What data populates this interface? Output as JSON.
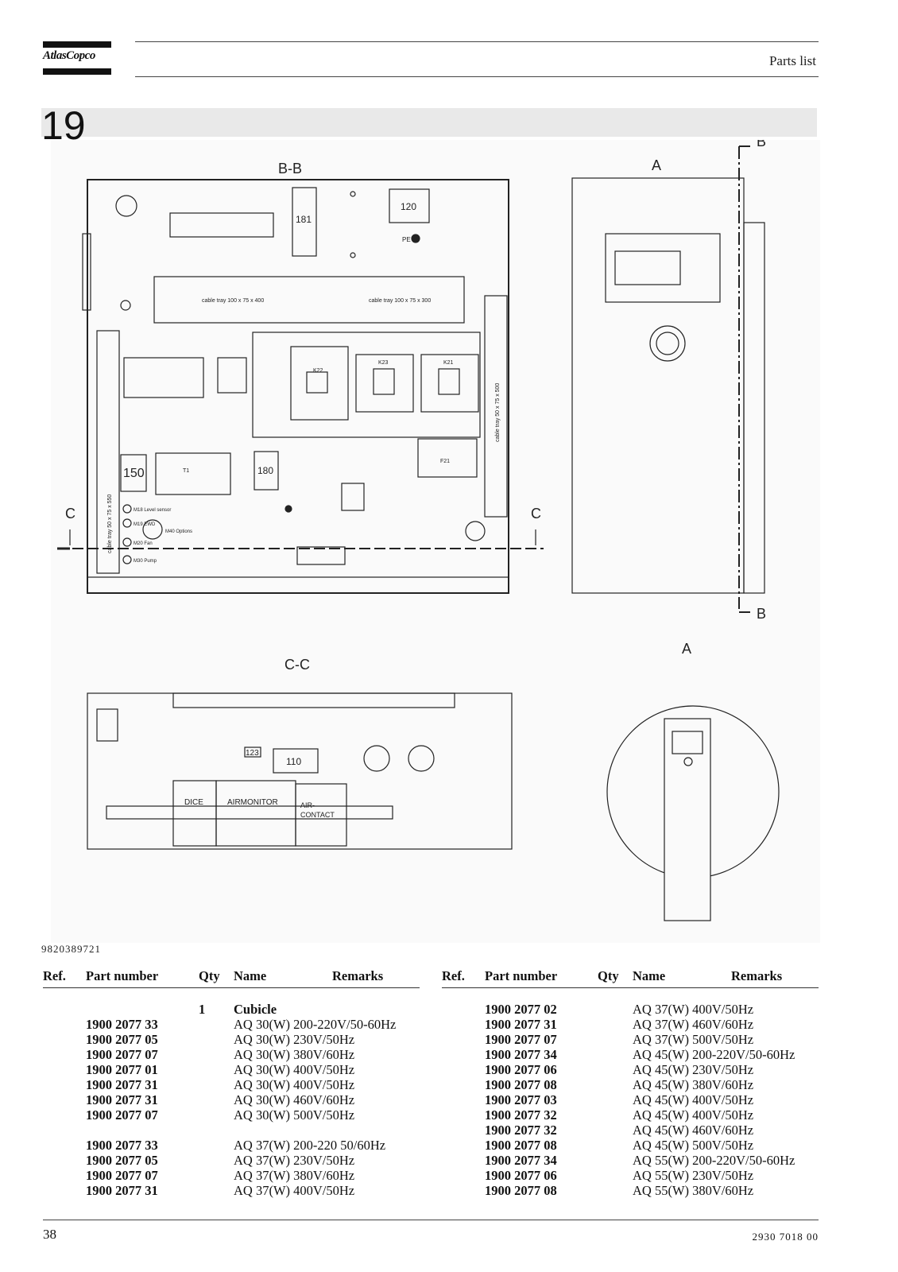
{
  "header": {
    "logo_text": "AtlasCopco",
    "title": "Parts list"
  },
  "section": {
    "number": "19"
  },
  "figure": {
    "number": "9820389721",
    "labels": {
      "view_bb": "B-B",
      "view_a": "A",
      "view_a_detail": "A",
      "view_cc": "C-C",
      "section_b": "B",
      "section_c": "C",
      "box_120": "120",
      "box_181": "181",
      "box_150": "150",
      "box_180": "180",
      "box_110": "110",
      "box_123": "123",
      "cable_tray_1": "cable tray 100 x 75 x 400",
      "cable_tray_2": "cable tray 100 x 75 x 300",
      "cable_tray_left": "cable tray 50 x 75 x 550",
      "cable_tray_right": "cable tray 50 x 75 x 500",
      "k22": "K22",
      "k23": "K23",
      "k21": "K21",
      "f21": "F21",
      "t1": "T1",
      "pe": "PE",
      "m18": "M18 Level sensor",
      "m19": "M19 EWD",
      "m40": "M40 Options",
      "m20": "M20 Fan",
      "m30": "M30 Pump",
      "dice": "DICE",
      "airmonitor": "AIRMONITOR",
      "air_contact_1": "AIR-",
      "air_contact_2": "CONTACT"
    }
  },
  "parts_table": {
    "headers": {
      "ref": "Ref.",
      "part_number": "Part number",
      "qty": "Qty",
      "name": "Name",
      "remarks": "Remarks"
    },
    "left_rows": [
      {
        "ref": "",
        "part": "",
        "qty": "1",
        "name": "Cubicle",
        "strong": true
      },
      {
        "ref": "",
        "part": "1900 2077 33",
        "qty": "",
        "name": "AQ 30(W) 200-220V/50-60Hz"
      },
      {
        "ref": "",
        "part": "1900 2077 05",
        "qty": "",
        "name": "AQ 30(W) 230V/50Hz"
      },
      {
        "ref": "",
        "part": "1900 2077 07",
        "qty": "",
        "name": "AQ 30(W) 380V/60Hz"
      },
      {
        "ref": "",
        "part": "1900 2077 01",
        "qty": "",
        "name": "AQ 30(W) 400V/50Hz"
      },
      {
        "ref": "",
        "part": "1900 2077 31",
        "qty": "",
        "name": "AQ 30(W) 400V/50Hz"
      },
      {
        "ref": "",
        "part": "1900 2077 31",
        "qty": "",
        "name": "AQ 30(W) 460V/60Hz"
      },
      {
        "ref": "",
        "part": "1900 2077 07",
        "qty": "",
        "name": "AQ 30(W) 500V/50Hz"
      },
      {
        "ref": "",
        "part": "",
        "qty": "",
        "name": ""
      },
      {
        "ref": "",
        "part": "1900 2077 33",
        "qty": "",
        "name": "AQ 37(W) 200-220 50/60Hz"
      },
      {
        "ref": "",
        "part": "1900 2077 05",
        "qty": "",
        "name": "AQ 37(W) 230V/50Hz"
      },
      {
        "ref": "",
        "part": "1900 2077 07",
        "qty": "",
        "name": "AQ 37(W) 380V/60Hz"
      },
      {
        "ref": "",
        "part": "1900 2077 31",
        "qty": "",
        "name": "AQ 37(W) 400V/50Hz"
      }
    ],
    "right_rows": [
      {
        "ref": "",
        "part": "1900 2077 02",
        "qty": "",
        "name": "AQ 37(W) 400V/50Hz"
      },
      {
        "ref": "",
        "part": "1900 2077 31",
        "qty": "",
        "name": "AQ 37(W) 460V/60Hz"
      },
      {
        "ref": "",
        "part": "1900 2077 07",
        "qty": "",
        "name": "AQ 37(W) 500V/50Hz"
      },
      {
        "ref": "",
        "part": "1900 2077 34",
        "qty": "",
        "name": "AQ 45(W) 200-220V/50-60Hz"
      },
      {
        "ref": "",
        "part": "1900 2077 06",
        "qty": "",
        "name": "AQ 45(W) 230V/50Hz"
      },
      {
        "ref": "",
        "part": "1900 2077 08",
        "qty": "",
        "name": "AQ 45(W) 380V/60Hz"
      },
      {
        "ref": "",
        "part": "1900 2077 03",
        "qty": "",
        "name": "AQ 45(W) 400V/50Hz"
      },
      {
        "ref": "",
        "part": "1900 2077 32",
        "qty": "",
        "name": "AQ 45(W) 400V/50Hz"
      },
      {
        "ref": "",
        "part": "1900 2077 32",
        "qty": "",
        "name": "AQ 45(W) 460V/60Hz"
      },
      {
        "ref": "",
        "part": "1900 2077 08",
        "qty": "",
        "name": "AQ 45(W) 500V/50Hz"
      },
      {
        "ref": "",
        "part": "1900 2077 34",
        "qty": "",
        "name": "AQ 55(W) 200-220V/50-60Hz"
      },
      {
        "ref": "",
        "part": "1900 2077 06",
        "qty": "",
        "name": "AQ 55(W) 230V/50Hz"
      },
      {
        "ref": "",
        "part": "1900 2077 08",
        "qty": "",
        "name": "AQ 55(W) 380V/60Hz"
      }
    ]
  },
  "footer": {
    "page_number": "38",
    "doc_number": "2930 7018 00"
  }
}
